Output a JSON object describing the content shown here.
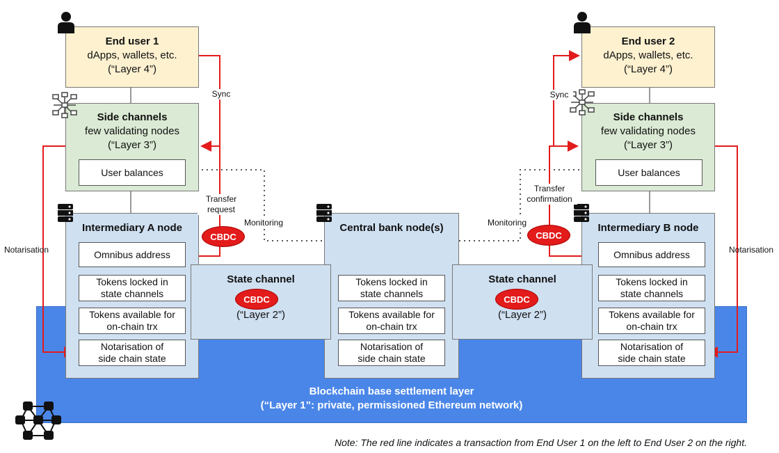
{
  "end_user_1": {
    "title": "End user 1",
    "line2": "dApps, wallets, etc.",
    "line3": "(“Layer 4”)"
  },
  "end_user_2": {
    "title": "End user 2",
    "line2": "dApps, wallets, etc.",
    "line3": "(“Layer 4”)"
  },
  "side_channel_left": {
    "title": "Side channels",
    "line2": "few validating nodes",
    "line3": "(“Layer 3”)",
    "balances": "User balances"
  },
  "side_channel_right": {
    "title": "Side channels",
    "line2": "few validating nodes",
    "line3": "(“Layer 3”)",
    "balances": "User balances"
  },
  "intermediary_a": {
    "title": "Intermediary A node",
    "omnibus": "Omnibus address",
    "locked_1": "Tokens locked in",
    "locked_2": "state channels",
    "available_1": "Tokens available for",
    "available_2": "on-chain trx",
    "notar_1": "Notarisation of",
    "notar_2": "side chain state"
  },
  "intermediary_b": {
    "title": "Intermediary B node",
    "omnibus": "Omnibus address",
    "locked_1": "Tokens locked in",
    "locked_2": "state channels",
    "available_1": "Tokens available for",
    "available_2": "on-chain trx",
    "notar_1": "Notarisation of",
    "notar_2": "side chain state"
  },
  "central_bank": {
    "title": "Central bank node(s)",
    "locked_1": "Tokens locked in",
    "locked_2": "state channels",
    "available_1": "Tokens available for",
    "available_2": "on-chain trx",
    "notar_1": "Notarisation of",
    "notar_2": "side chain state"
  },
  "state_channel_left": {
    "title": "State channel",
    "layer": "(“Layer 2”)"
  },
  "state_channel_right": {
    "title": "State channel",
    "layer": "(“Layer 2”)"
  },
  "base_layer": {
    "title": "Blockchain base settlement layer",
    "subtitle": "(“Layer 1”: private, permissioned Ethereum network)"
  },
  "labels": {
    "sync_left": "Sync",
    "sync_right": "Sync",
    "transfer_request_1": "Transfer",
    "transfer_request_2": "request",
    "transfer_confirmation_1": "Transfer",
    "transfer_confirmation_2": "confirmation",
    "monitoring_left": "Monitoring",
    "monitoring_right": "Monitoring",
    "notarisation_left": "Notarisation",
    "notarisation_right": "Notarisation"
  },
  "cbdc_label": "CBDC",
  "note": "Note: The red line indicates a transaction from End User 1 on the left to End User 2 on the right.",
  "colors": {
    "transaction_line": "#e31b1b",
    "base_layer": "#4a86e8",
    "user_box": "#fdf1d0",
    "side_box": "#dbead4",
    "node_box": "#cfe0f1"
  },
  "icons": [
    "user-icon",
    "network-icon",
    "server-icon",
    "blockchain-network-icon"
  ]
}
